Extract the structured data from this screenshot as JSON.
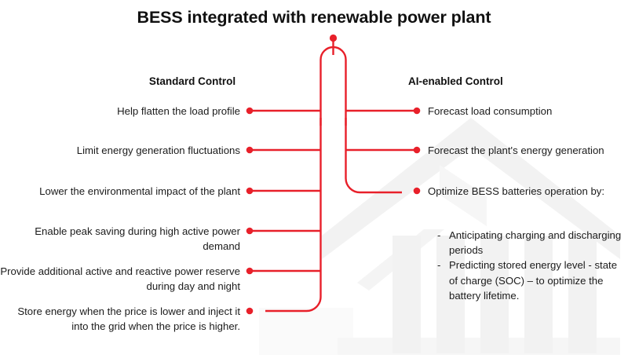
{
  "title": "BESS integrated with renewable power plant",
  "colors": {
    "accent_red": "#E8202A",
    "text": "#1b1b1b",
    "heading": "#111111",
    "background": "#ffffff",
    "watermark": "#f1f1f1"
  },
  "columns": {
    "left": {
      "heading": "Standard Control",
      "items": [
        {
          "label": "Help flatten the load profile"
        },
        {
          "label": "Limit energy generation fluctuations"
        },
        {
          "label": "Lower the environmental impact of the plant"
        },
        {
          "label": "Enable peak saving during high active power demand"
        },
        {
          "label": "Provide additional active and reactive power reserve during day and night"
        },
        {
          "label": "Store energy when the price is lower and inject it into the grid when the price is higher."
        }
      ]
    },
    "right": {
      "heading": "AI-enabled Control",
      "items": [
        {
          "label": "Forecast load consumption"
        },
        {
          "label": "Forecast the plant's energy generation"
        },
        {
          "label": "Optimize BESS batteries operation by:"
        }
      ],
      "sub_items": [
        {
          "marker": "-",
          "label": "Anticipating charging and discharging periods"
        },
        {
          "marker": "-",
          "label": "Predicting stored energy level - state of charge (SOC) – to optimize the battery lifetime."
        }
      ]
    }
  },
  "diagram": {
    "node_icon": "red-dot-node",
    "spine_icon": "rounded-bracket-spine",
    "top_connector_icon": "top-stem-connector"
  }
}
